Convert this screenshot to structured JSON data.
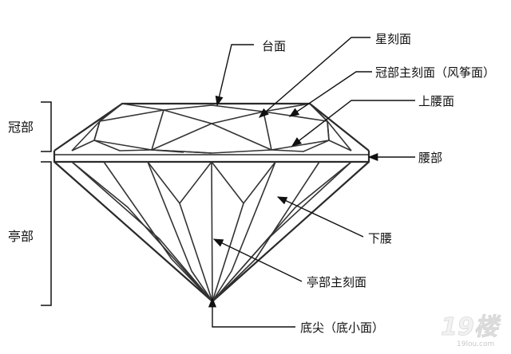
{
  "labels": {
    "table": "台面",
    "star": "星刻面",
    "crown_main": "冠部主刻面（风筝面）",
    "upper_girdle": "上腰面",
    "girdle": "腰部",
    "lower_girdle": "下腰",
    "pavilion_main": "亭部主刻面",
    "culet": "底尖（底小面）",
    "crown": "冠部",
    "pavilion": "亭部"
  },
  "watermark": {
    "main": "19楼",
    "sub": "19lou.com"
  }
}
